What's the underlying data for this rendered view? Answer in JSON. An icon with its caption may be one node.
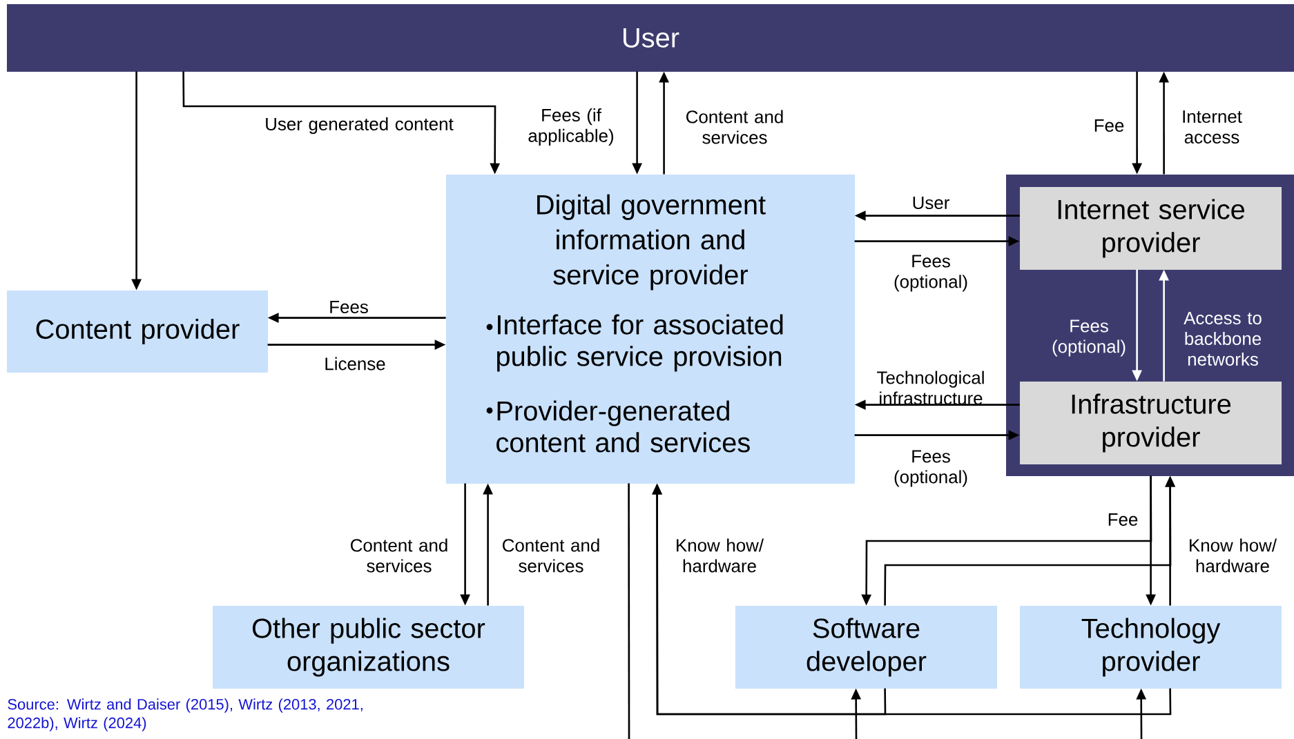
{
  "diagram": {
    "nodes": [
      {
        "text": [
          "User"
        ]
      },
      {
        "text": [
          "Content provider"
        ]
      },
      {
        "text": [
          "Digital government information and service provider",
          "Interface for associated public service provision",
          "Provider-generated content and services"
        ]
      },
      {
        "text": [],
        "shape": "box"
      },
      {
        "text": [
          "Internet service provider"
        ],
        "in": 3
      },
      {
        "text": [
          "Infrastructure provider"
        ],
        "in": 3
      },
      {
        "text": [
          "Other public sector organizations"
        ]
      },
      {
        "text": [
          "Software developer"
        ]
      },
      {
        "text": [
          "Technology provider"
        ]
      }
    ],
    "edges": [
      {
        "from": 0,
        "to": 1,
        "arrow": "to"
      },
      {
        "from": 0,
        "to": 2,
        "arrow": "to",
        "label": "User generated content"
      },
      {
        "from": 0,
        "to": 2,
        "arrow": "to",
        "label": "Fees (if applicable)"
      },
      {
        "from": 2,
        "to": 0,
        "arrow": "to",
        "label": "Content and services"
      },
      {
        "from": 0,
        "to": 3,
        "arrow": "to",
        "label": "Fee"
      },
      {
        "from": 3,
        "to": 0,
        "arrow": "to",
        "label": "Internet access"
      },
      {
        "from": 4,
        "to": 2,
        "arrow": "to",
        "label": "User"
      },
      {
        "from": 2,
        "to": 4,
        "arrow": "to",
        "label": "Fees (optional)"
      },
      {
        "from": 5,
        "to": 2,
        "arrow": "to",
        "label": "Technological infrastructure"
      },
      {
        "from": 2,
        "to": 5,
        "arrow": "to",
        "label": "Fees (optional)"
      },
      {
        "from": 2,
        "to": 1,
        "arrow": "to",
        "label": "Fees"
      },
      {
        "from": 1,
        "to": 2,
        "arrow": "to",
        "label": "License"
      },
      {
        "from": 4,
        "to": 5,
        "arrow": "to",
        "label": "Fees (optional)",
        "color": "#ffffff"
      },
      {
        "from": 5,
        "to": 4,
        "arrow": "to",
        "label": "Access to backbone networks",
        "color": "#ffffff"
      },
      {
        "from": 2,
        "to": 6,
        "arrow": "to",
        "label": "Content and services"
      },
      {
        "from": 6,
        "to": 2,
        "arrow": "to",
        "label": "Content and services"
      },
      {
        "from": 2,
        "to": null,
        "arrow": "none"
      },
      {
        "from": 7,
        "to": 2,
        "arrow": "to",
        "label": "Know how/ hardware"
      },
      {
        "from": 8,
        "to": 2,
        "arrow": "to"
      },
      {
        "from": 7,
        "to": 3,
        "arrow": "to"
      },
      {
        "from": 8,
        "to": 3,
        "arrow": "to",
        "label": "Know how/ hardware"
      },
      {
        "from": 3,
        "to": 7,
        "arrow": "to",
        "label": "Fee"
      },
      {
        "from": 3,
        "to": 8,
        "arrow": "to"
      },
      {
        "from": null,
        "to": 7,
        "arrow": "to"
      },
      {
        "from": null,
        "to": 8,
        "arrow": "to"
      }
    ],
    "labels": [
      "Source: Wirtz and Daiser (2015), Wirtz (2013, 2021, 2022b), Wirtz (2024)"
    ]
  }
}
